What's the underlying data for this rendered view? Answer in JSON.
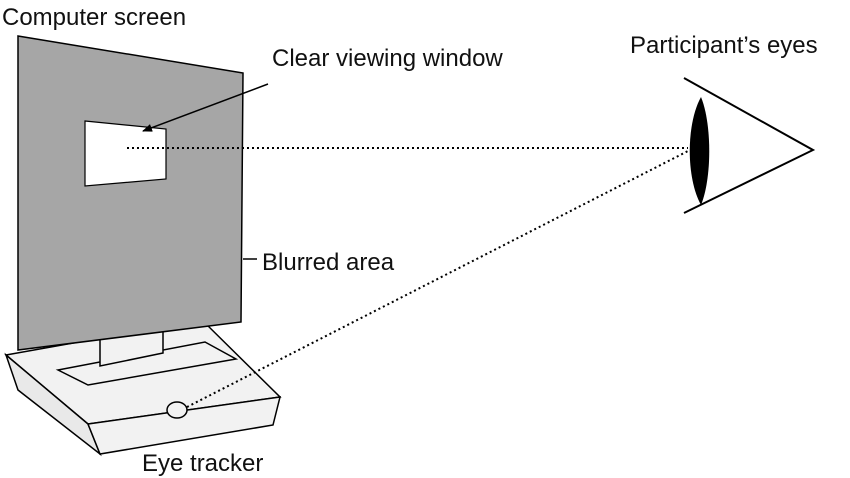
{
  "labels": {
    "computer_screen": "Computer screen",
    "clear_window": "Clear viewing window",
    "participant_eyes": "Participant’s eyes",
    "blurred_area": "Blurred area",
    "eye_tracker": "Eye tracker"
  },
  "colors": {
    "screen_fill": "#a6a6a6",
    "base_fill": "#f2f2f2",
    "stroke": "#000000",
    "window_fill": "#ffffff",
    "eye_lens": "#000000"
  },
  "icons": {
    "eye": "eye-icon",
    "monitor": "monitor-icon",
    "tracker": "eye-tracker-device-icon"
  }
}
